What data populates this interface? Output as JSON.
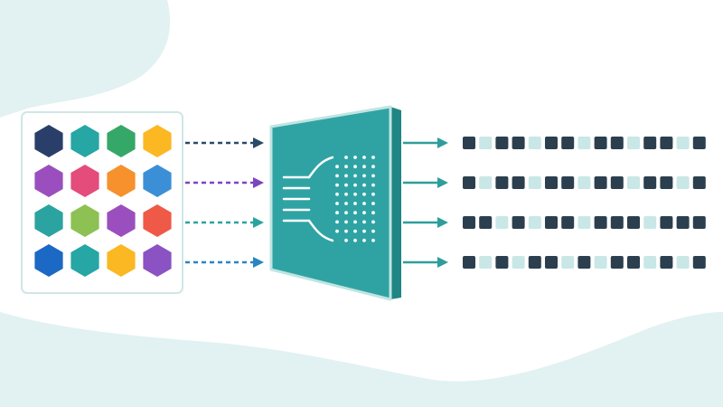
{
  "colors": {
    "background": "#ffffff",
    "blob": "#e2f1f1",
    "panel_fill": "#ffffff",
    "panel_border": "#cfe6e6",
    "encoder_face": "#2fa3a3",
    "encoder_side": "#1f8585",
    "encoder_border": "#bfe5e2",
    "encoder_pattern": "#ffffff",
    "output_arrow": "#2e9e9a",
    "token_dark": "#2b3f4e",
    "token_light": "#c9e7e7"
  },
  "input_grid": [
    [
      "#2a3e6a",
      "#26a6a4",
      "#35a868",
      "#fbb822"
    ],
    [
      "#9b4fbe",
      "#e44c7b",
      "#f6912e",
      "#3b8fd6"
    ],
    [
      "#2ba3a1",
      "#8dc153",
      "#9b4fbe",
      "#ef5948"
    ],
    [
      "#1c68c5",
      "#26a6a4",
      "#fbb822",
      "#8a52c2"
    ]
  ],
  "input_arrows": [
    "#2a4a6a",
    "#7b45c0",
    "#2aa3a0",
    "#2a85c0"
  ],
  "token_rows": [
    [
      1,
      0,
      1,
      1,
      0,
      1,
      1,
      0,
      1,
      1,
      0,
      1,
      1,
      0,
      1
    ],
    [
      1,
      0,
      1,
      1,
      0,
      1,
      1,
      0,
      1,
      1,
      0,
      1,
      1,
      0,
      1
    ],
    [
      1,
      1,
      0,
      1,
      0,
      1,
      1,
      0,
      1,
      1,
      1,
      0,
      1,
      1,
      1
    ],
    [
      1,
      0,
      1,
      0,
      1,
      1,
      0,
      1,
      0,
      1,
      1,
      0,
      1,
      0,
      1
    ]
  ]
}
